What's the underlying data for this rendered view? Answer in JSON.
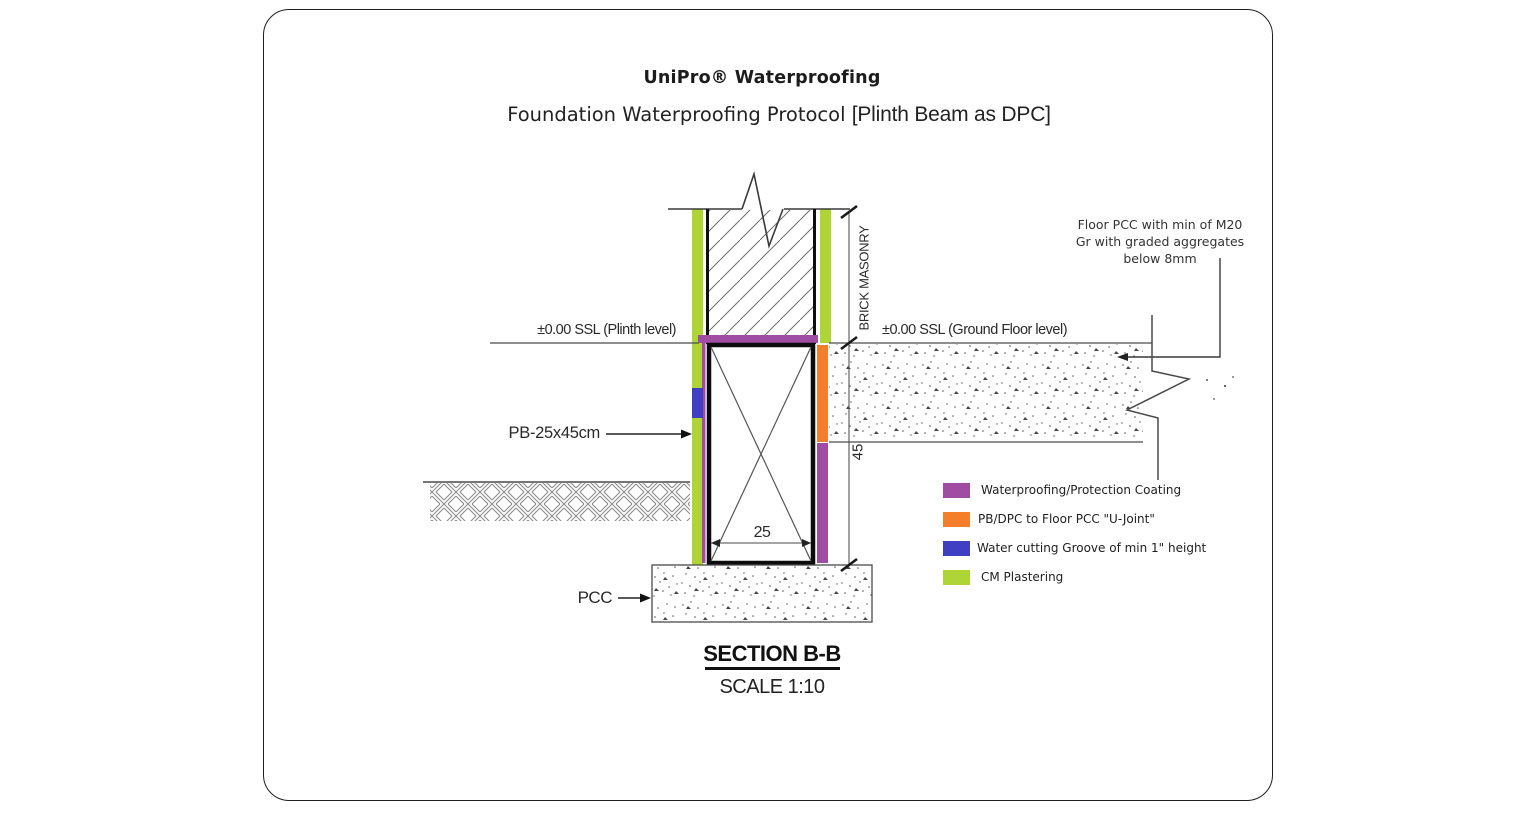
{
  "brand": {
    "title": "UniPro® Waterproofing"
  },
  "heading": {
    "main": "Foundation Waterproofing Protocol",
    "bracket": "[Plinth Beam as DPC]"
  },
  "drawing": {
    "plinth_level_label": "±0.00 SSL (Plinth level)",
    "ground_level_label": "±0.00 SSL (Ground Floor level)",
    "brick_masonry_label": "BRICK MASONRY",
    "plinth_beam_label": "PB-25x45cm",
    "pcc_label": "PCC",
    "beam_width_dim": "25",
    "beam_height_dim": "45"
  },
  "annotation": {
    "line1": "Floor PCC with min of M20",
    "line2": "Gr with graded aggregates",
    "line3": "below 8mm"
  },
  "section_title": {
    "name": "SECTION B-B",
    "scale": "SCALE 1:10"
  },
  "legend": {
    "items": [
      {
        "label": "Waterproofing/Protection Coating",
        "color": "#A04CA3"
      },
      {
        "label": "PB/DPC to Floor PCC \"U-Joint\"",
        "color": "#F57E2B"
      },
      {
        "label": "Water cutting Groove of min 1\" height",
        "color": "#403EC2"
      },
      {
        "label": "CM Plastering",
        "color": "#AFD436"
      }
    ]
  }
}
